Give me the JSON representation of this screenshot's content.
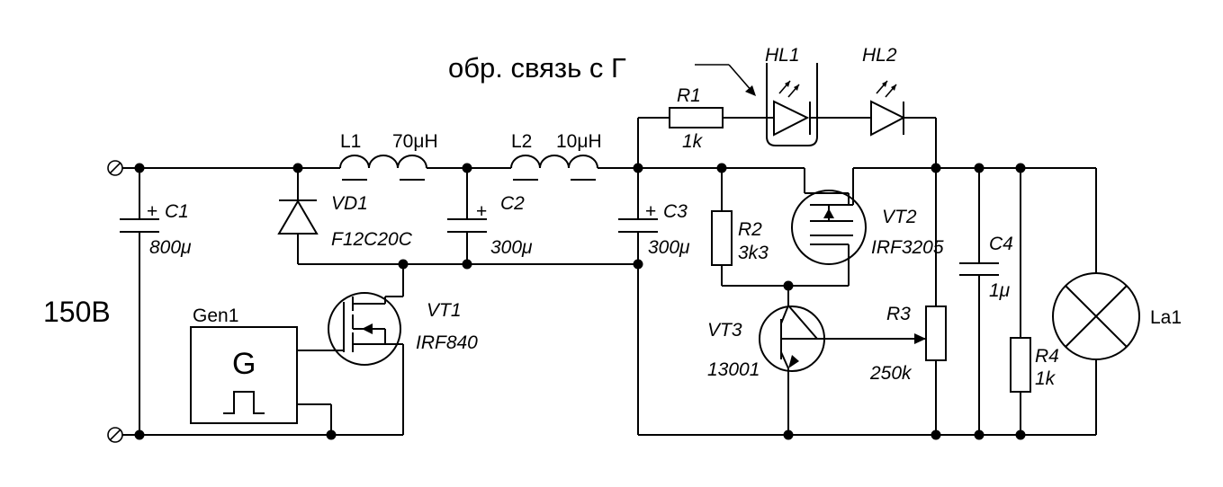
{
  "feedback_note": "обр. связь с Г",
  "supply": {
    "label": "150В"
  },
  "L1": {
    "ref": "L1",
    "value": "70μH"
  },
  "L2": {
    "ref": "L2",
    "value": "10μH"
  },
  "C1": {
    "ref": "C1",
    "value": "800μ"
  },
  "C2": {
    "ref": "C2",
    "value": "300μ"
  },
  "C3": {
    "ref": "C3",
    "value": "300μ"
  },
  "C4": {
    "ref": "C4",
    "value": "1μ"
  },
  "VD1": {
    "ref": "VD1",
    "part": "F12C20C"
  },
  "VT1": {
    "ref": "VT1",
    "part": "IRF840"
  },
  "VT2": {
    "ref": "VT2",
    "part": "IRF3205"
  },
  "VT3": {
    "ref": "VT3",
    "part": "13001"
  },
  "R1": {
    "ref": "R1",
    "value": "1k"
  },
  "R2": {
    "ref": "R2",
    "value": "3k3"
  },
  "R3": {
    "ref": "R3",
    "value": "250k"
  },
  "R4": {
    "ref": "R4",
    "value": "1k"
  },
  "HL1": {
    "ref": "HL1"
  },
  "HL2": {
    "ref": "HL2"
  },
  "La1": {
    "ref": "La1"
  },
  "gen": {
    "ref": "Gen1",
    "symbol": "G"
  },
  "polarity_mark": "+"
}
